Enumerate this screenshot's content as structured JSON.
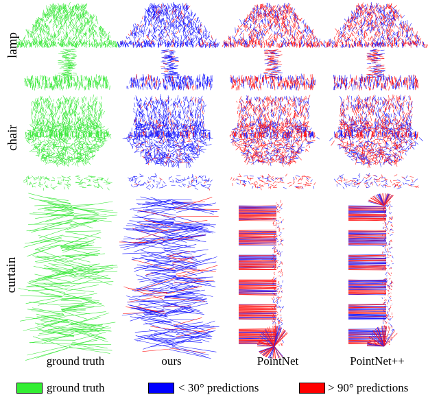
{
  "row_labels": [
    "lamp",
    "chair",
    "curtain"
  ],
  "column_labels": [
    "ground truth",
    "ours",
    "PointNet",
    "PointNet++"
  ],
  "legend": [
    {
      "label": "ground truth",
      "color": "#33ee33"
    },
    {
      "label": "< 30° predictions",
      "color": "#0000ff"
    },
    {
      "label": "> 90° predictions",
      "color": "#ff0000"
    }
  ],
  "colors": {
    "ground_truth": "#3be83b",
    "good": "#1a1aff",
    "bad": "#ff1a1a"
  }
}
